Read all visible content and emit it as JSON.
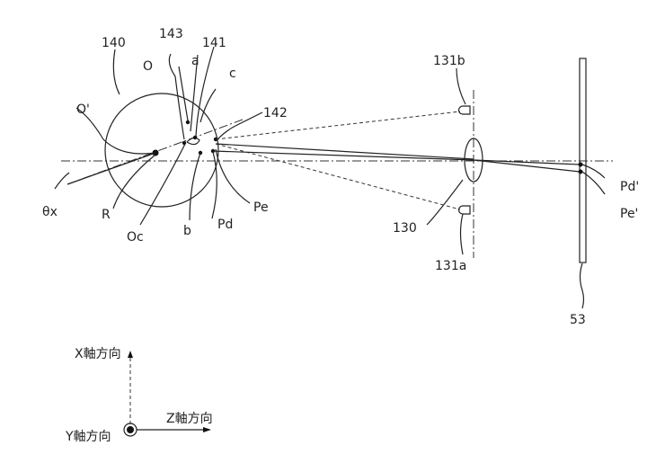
{
  "labels": {
    "eyeball": "140",
    "l143": "143",
    "l141": "141",
    "l142": "142",
    "O": "O",
    "Oprime": "O'",
    "a": "a",
    "b": "b",
    "c": "c",
    "R": "R",
    "Oc": "Oc",
    "Pd": "Pd",
    "Pe": "Pe",
    "theta": "θx",
    "led_b": "131b",
    "led_a": "131a",
    "lens": "130",
    "screen": "53",
    "Pd_prime": "Pd'",
    "Pe_prime": "Pe'"
  },
  "axes": {
    "x": "X軸方向",
    "y": "Y軸方向",
    "z": "Z軸方向"
  }
}
